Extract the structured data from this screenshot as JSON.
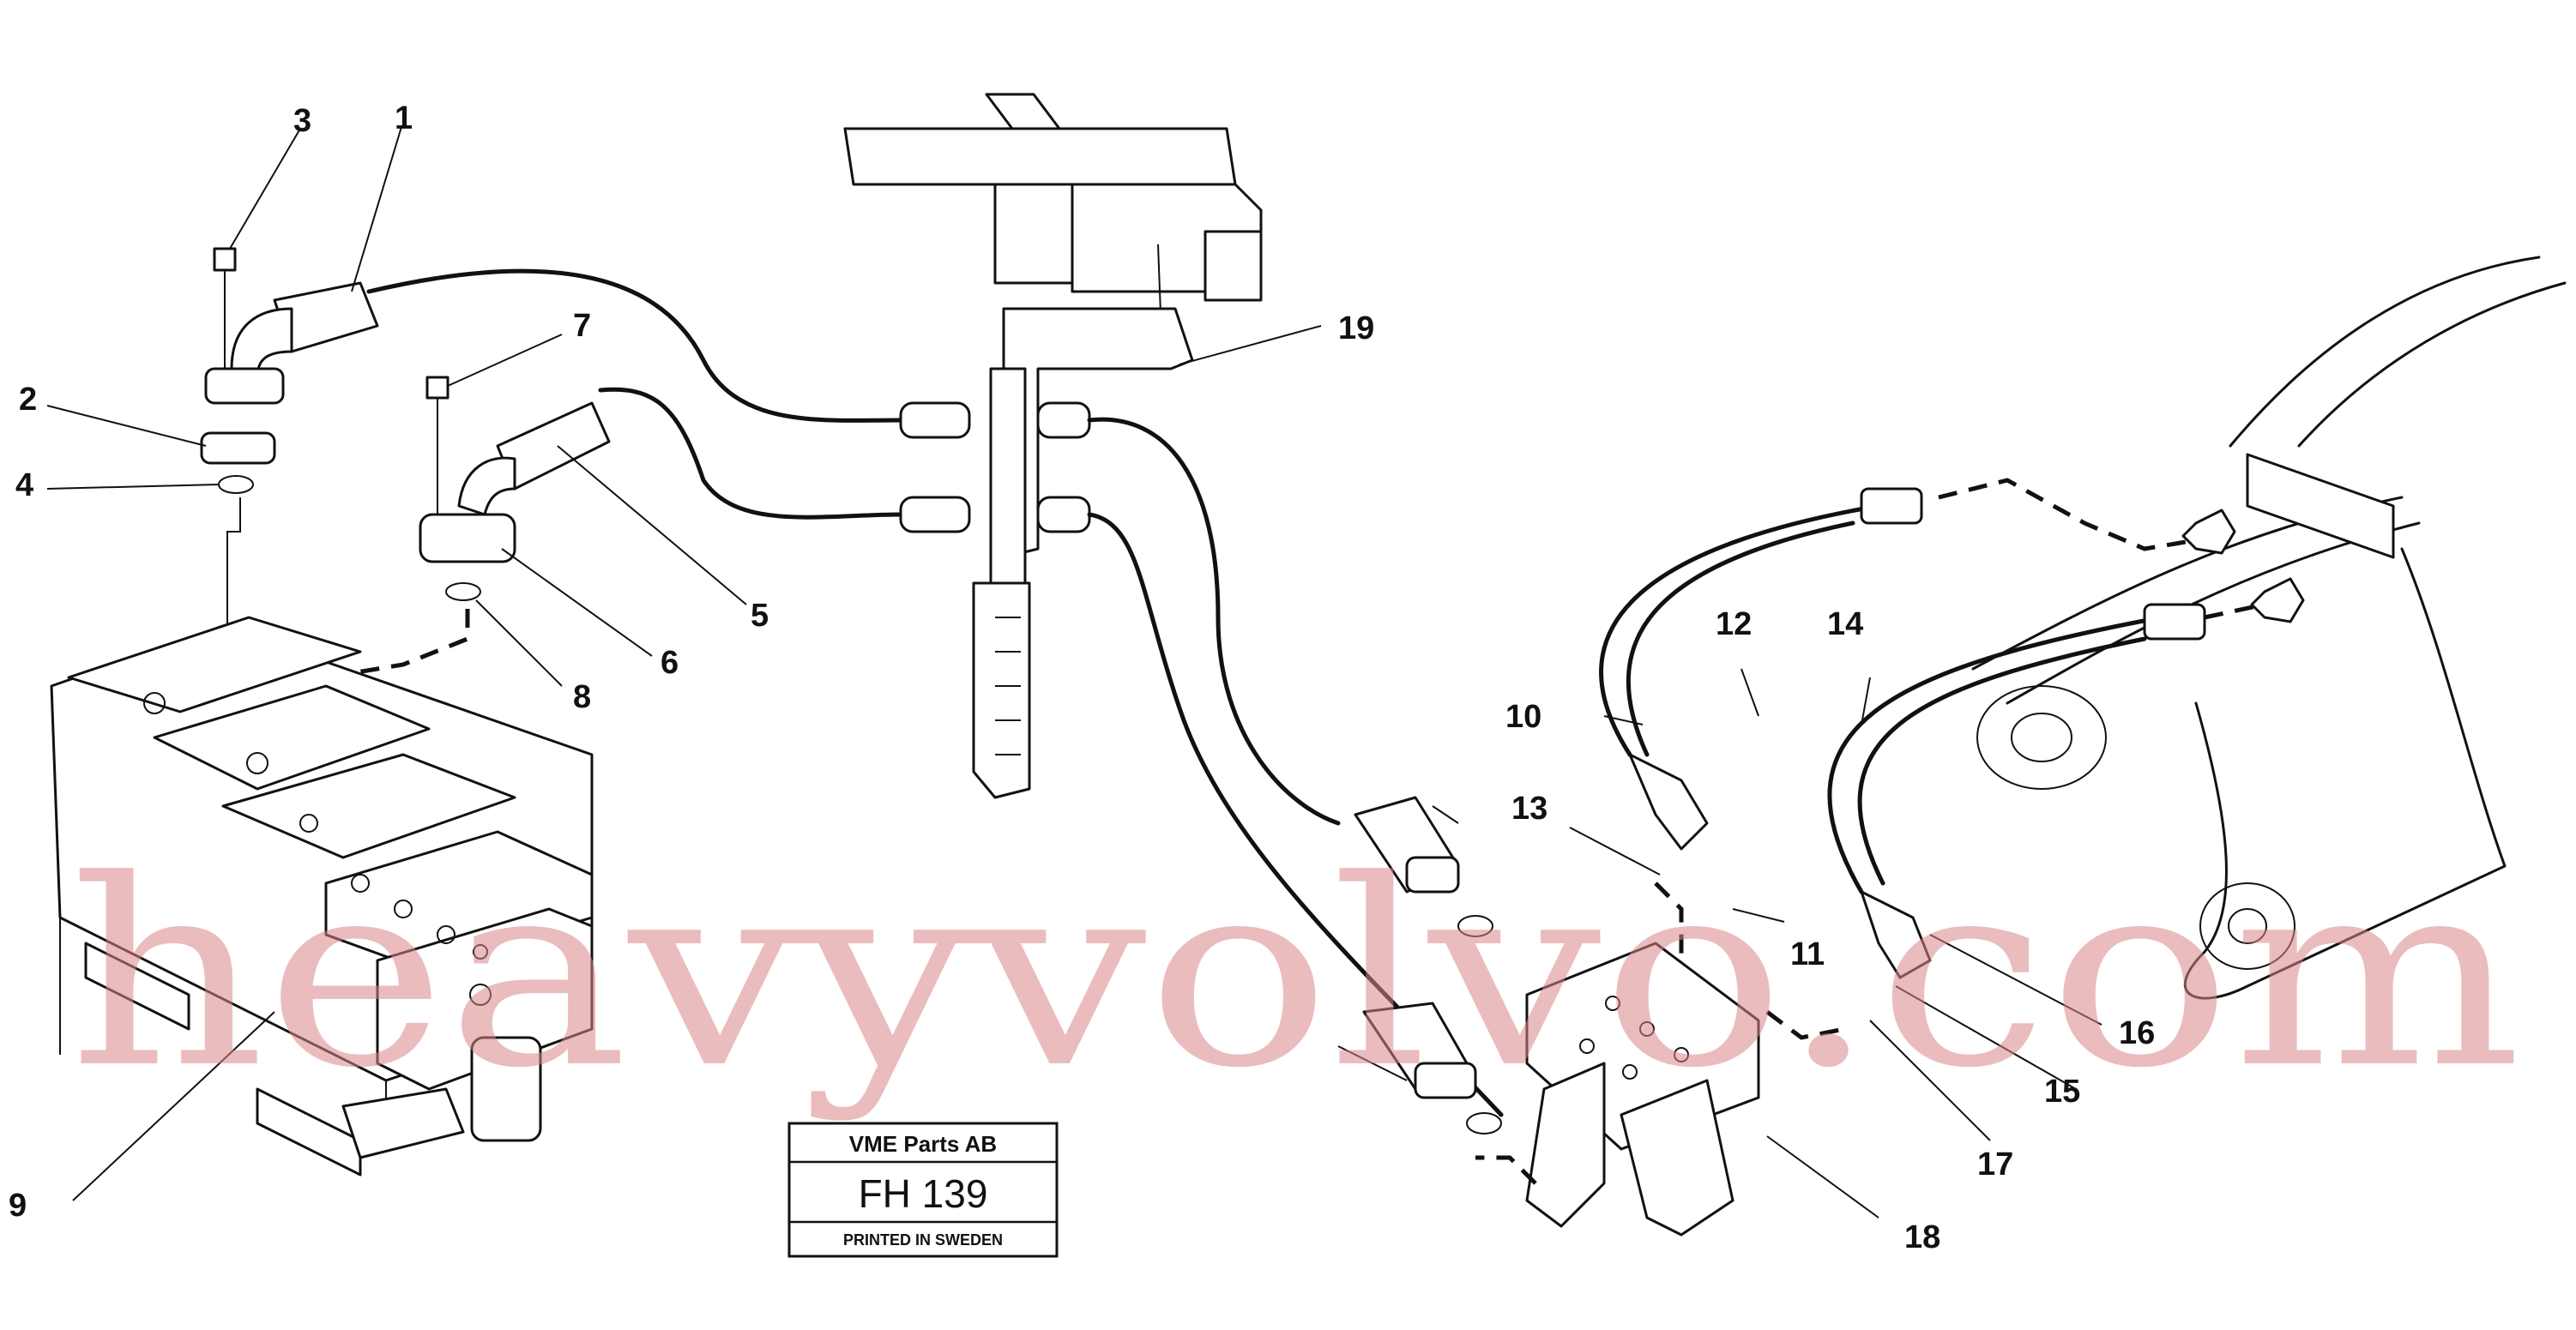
{
  "callouts": {
    "n1": "1",
    "n2": "2",
    "n3": "3",
    "n4": "4",
    "n5": "5",
    "n6": "6",
    "n7": "7",
    "n8": "8",
    "n9": "9",
    "n10": "10",
    "n11": "11",
    "n12": "12",
    "n13": "13",
    "n14": "14",
    "n15": "15",
    "n16": "16",
    "n17": "17",
    "n18": "18",
    "n19": "19"
  },
  "stamp": {
    "company": "VME Parts AB",
    "code": "FH 139",
    "printed": "PRINTED IN SWEDEN"
  },
  "watermark": "heavyvolvo.com"
}
